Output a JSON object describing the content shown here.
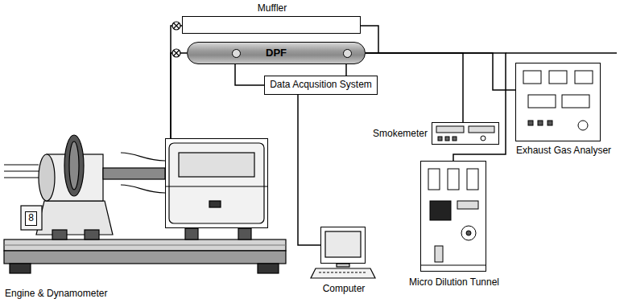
{
  "diagram": {
    "nodes": [
      {
        "text": [
          "Muffler"
        ]
      },
      {
        "text": [
          "DPF"
        ]
      },
      {
        "text": [
          "Data Acqusition System"
        ]
      },
      {
        "text": [
          "Smokemeter"
        ]
      },
      {
        "text": [
          "Exhaust Gas Analyser"
        ]
      },
      {
        "text": [
          "Computer"
        ]
      },
      {
        "text": [
          "Micro Dilution Tunnel"
        ]
      },
      {
        "text": [
          "Engine & Dynamometer"
        ]
      }
    ],
    "edges": [
      {
        "from": 7,
        "to": 0,
        "arrow": "none"
      },
      {
        "from": 7,
        "to": 1,
        "arrow": "none"
      },
      {
        "from": 1,
        "to": 2,
        "arrow": "none"
      },
      {
        "from": 1,
        "to": 2,
        "arrow": "none"
      },
      {
        "from": 2,
        "to": 5,
        "arrow": "none"
      },
      {
        "from": 1,
        "to": 3,
        "arrow": "none"
      },
      {
        "from": 1,
        "to": 6,
        "arrow": "none"
      },
      {
        "from": 1,
        "to": 4,
        "arrow": "none"
      }
    ],
    "labels": [
      "8"
    ]
  }
}
